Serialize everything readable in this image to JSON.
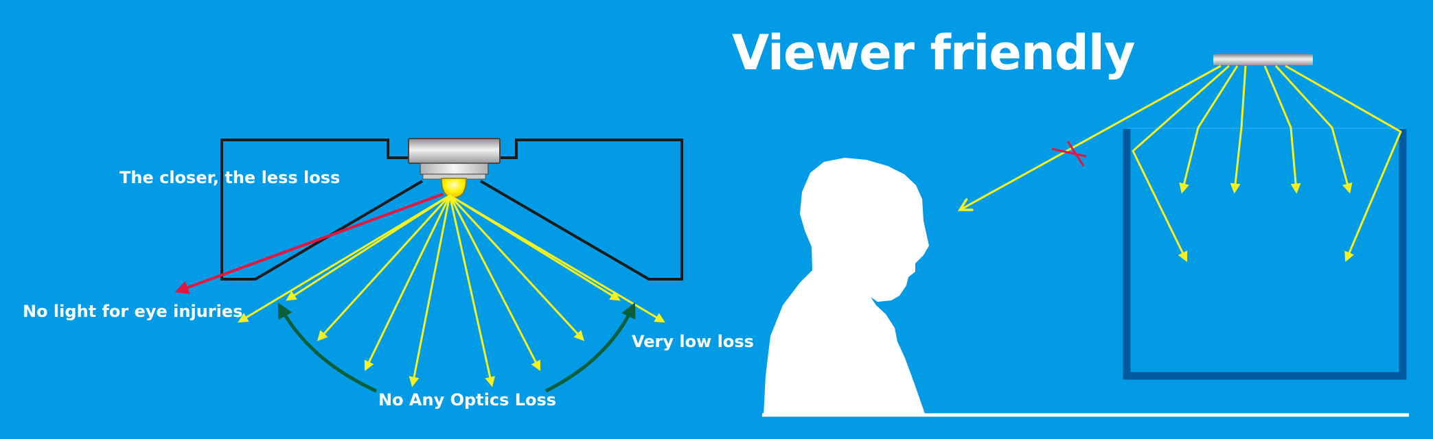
{
  "title": "Viewer friendly",
  "labels": {
    "closer": "The closer, the less loss",
    "no_light": "No light for eye injuries",
    "very_low": "Very low loss",
    "no_optics": "No Any Optics Loss"
  },
  "colors": {
    "background": "#039be5",
    "ray": "#f5f21f",
    "blocked_ray": "#e5153b",
    "arc": "#0b5e3a",
    "outline": "#1b1b1b",
    "tank": "#005a9e",
    "silhouette": "#ffffff"
  },
  "icons": [
    "led-lamp-icon",
    "ceiling-lamp-icon",
    "cross-icon",
    "person-silhouette-icon"
  ]
}
